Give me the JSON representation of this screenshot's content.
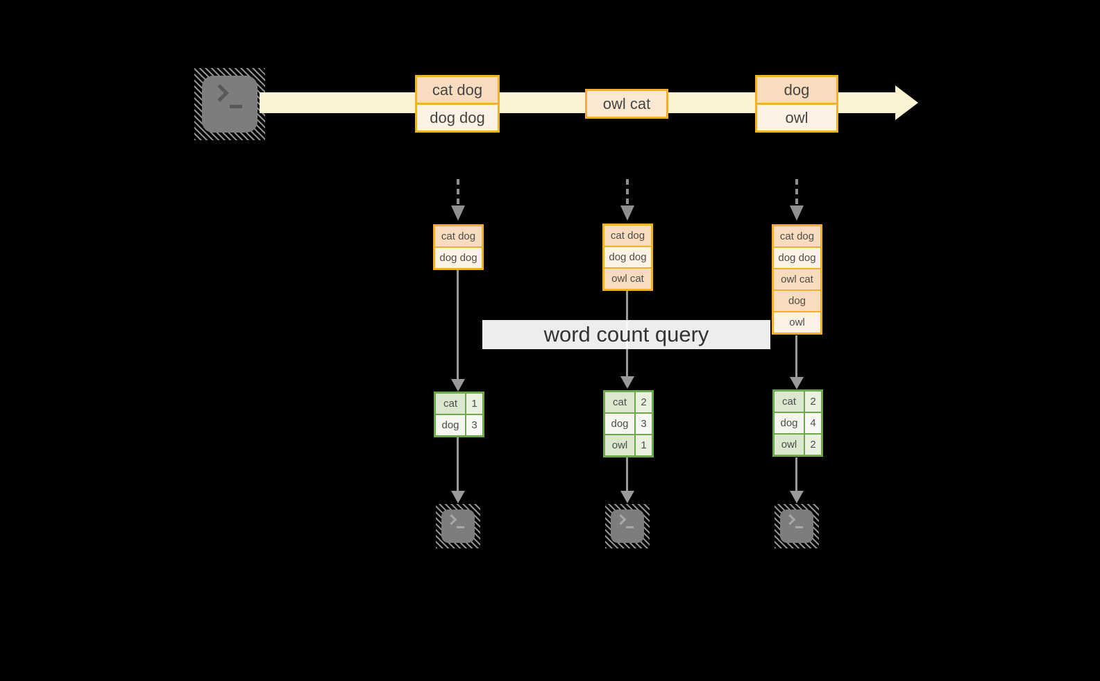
{
  "banner": {
    "label": "word count query"
  },
  "stream": {
    "messages": [
      {
        "cells": [
          {
            "text": "cat dog",
            "tone": "dark"
          },
          {
            "text": "dog dog",
            "tone": "light"
          }
        ]
      },
      {
        "cells": [
          {
            "text": "owl cat",
            "tone": "mid"
          }
        ]
      },
      {
        "cells": [
          {
            "text": "dog",
            "tone": "dark"
          },
          {
            "text": "owl",
            "tone": "light"
          }
        ]
      }
    ]
  },
  "pipelines": [
    {
      "buffer": [
        {
          "text": "cat dog",
          "tone": "dark"
        },
        {
          "text": "dog dog",
          "tone": "light"
        }
      ],
      "counts": [
        {
          "word": "cat",
          "count": "1"
        },
        {
          "word": "dog",
          "count": "3"
        }
      ]
    },
    {
      "buffer": [
        {
          "text": "cat dog",
          "tone": "dark"
        },
        {
          "text": "dog dog",
          "tone": "light"
        },
        {
          "text": "owl cat",
          "tone": "dark"
        }
      ],
      "counts": [
        {
          "word": "cat",
          "count": "2"
        },
        {
          "word": "dog",
          "count": "3"
        },
        {
          "word": "owl",
          "count": "1"
        }
      ]
    },
    {
      "buffer": [
        {
          "text": "cat dog",
          "tone": "dark"
        },
        {
          "text": "dog dog",
          "tone": "light"
        },
        {
          "text": "owl cat",
          "tone": "dark"
        },
        {
          "text": "dog",
          "tone": "dark"
        },
        {
          "text": "owl",
          "tone": "light"
        }
      ],
      "counts": [
        {
          "word": "cat",
          "count": "2"
        },
        {
          "word": "dog",
          "count": "4"
        },
        {
          "word": "owl",
          "count": "2"
        }
      ]
    }
  ],
  "icons": {
    "source": "terminal-icon",
    "sinks": [
      "terminal-icon",
      "terminal-icon",
      "terminal-icon"
    ]
  },
  "colors": {
    "background": "#000000",
    "stream_band": "#fcf3d3",
    "orange_border": "#f0b028",
    "peach_dark": "#f8dcbd",
    "peach_mid": "#fbe8d2",
    "peach_light": "#fdf2e3",
    "green_border": "#6fa74b",
    "green_tint": "#dce8cd",
    "green_white": "#f3f7ee",
    "arrow_gray": "#9a9a9a"
  }
}
